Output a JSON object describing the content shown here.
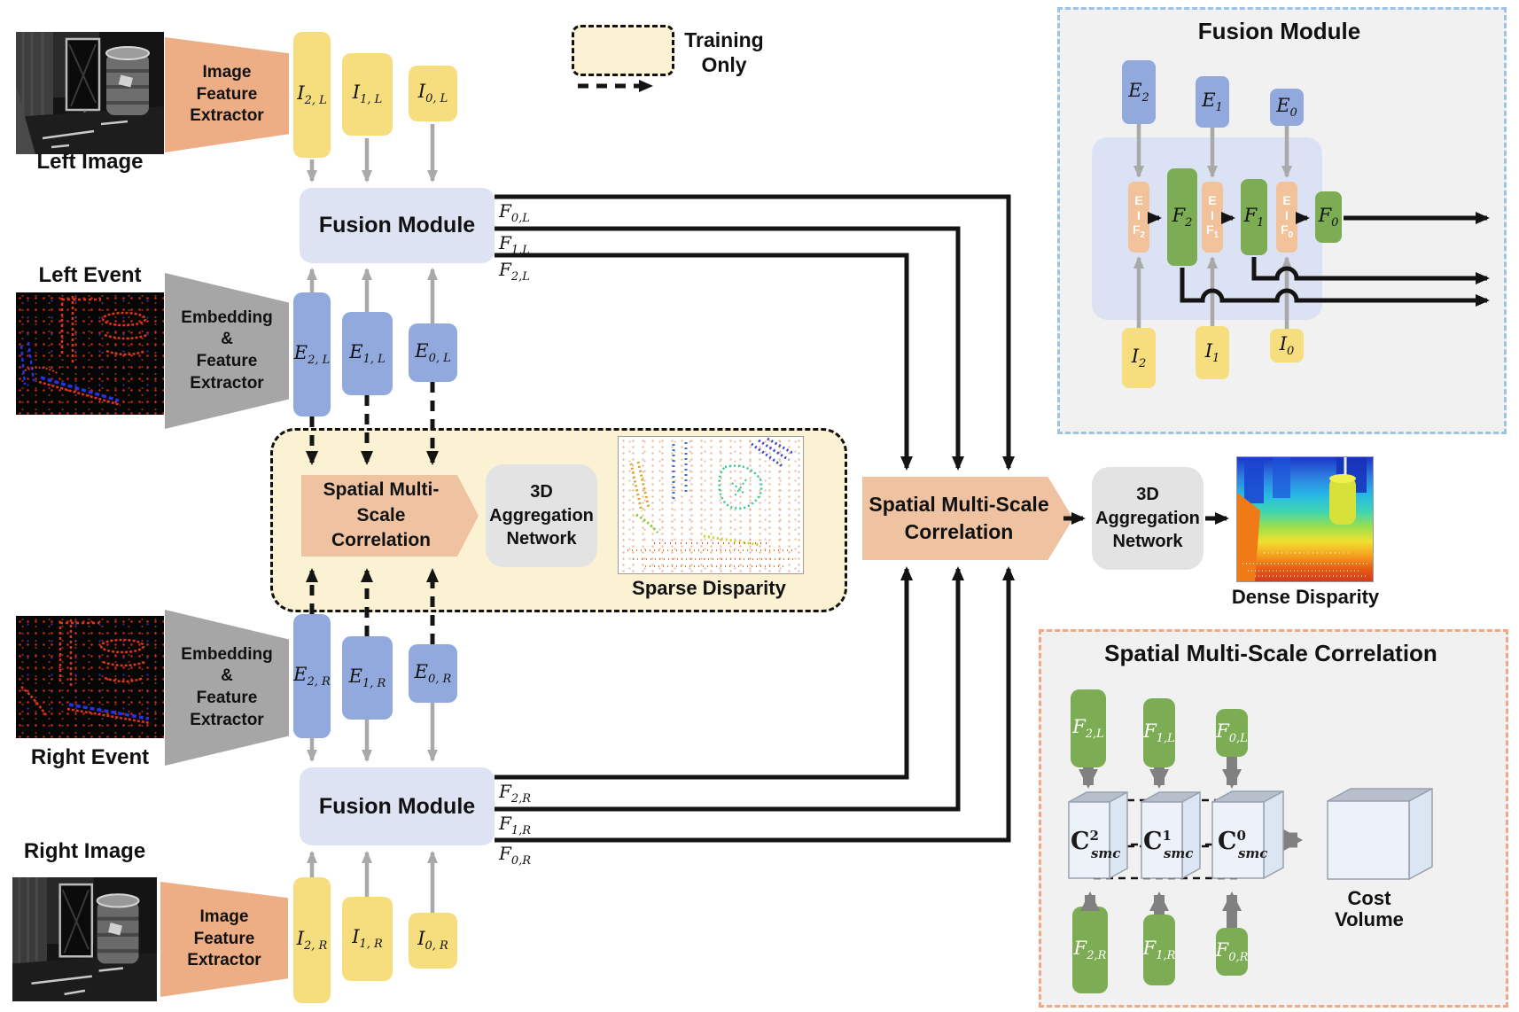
{
  "colors": {
    "yellow_block": "#F6DD7E",
    "blue_block": "#92A9DD",
    "green_block": "#7CAC53",
    "orange_eif": "#F2C29B",
    "trap_image": "#EDAE85",
    "trap_event": "#A6A6A6",
    "fusion_box": "#DEE3F4",
    "fusion_inner": "#DBE2F3",
    "training_bg": "#FBF2D4",
    "smc_block": "#EFC3A2",
    "agg_box": "#E3E3E3",
    "panel_bg": "#F1F1F1",
    "panel_border_fusion": "#9DC3E6",
    "panel_border_smc": "#F1A983",
    "wire_gray": "#A9A9A9",
    "wire_black": "#141414",
    "thick_gray": "#808080"
  },
  "legend": {
    "line1": "Training",
    "line2": "Only"
  },
  "photos": {
    "left_image_label": "Left Image",
    "left_event_label": "Left Event",
    "right_event_label": "Right Event",
    "right_image_label": "Right Image"
  },
  "extractors": {
    "image_top": {
      "l1": "Image",
      "l2": "Feature",
      "l3": "Extractor"
    },
    "event_top": {
      "l1": "Embedding",
      "l2": "&",
      "l3": "Feature",
      "l4": "Extractor"
    },
    "event_bottom": {
      "l1": "Embedding",
      "l2": "&",
      "l3": "Feature",
      "l4": "Extractor"
    },
    "image_bottom": {
      "l1": "Image",
      "l2": "Feature",
      "l3": "Extractor"
    }
  },
  "blocks": {
    "i_left": [
      {
        "base": "I",
        "sub": "2, L"
      },
      {
        "base": "I",
        "sub": "1, L"
      },
      {
        "base": "I",
        "sub": "0, L"
      }
    ],
    "e_left": [
      {
        "base": "E",
        "sub": "2, L"
      },
      {
        "base": "E",
        "sub": "1, L"
      },
      {
        "base": "E",
        "sub": "0, L"
      }
    ],
    "e_right": [
      {
        "base": "E",
        "sub": "2, R"
      },
      {
        "base": "E",
        "sub": "1, R"
      },
      {
        "base": "E",
        "sub": "0, R"
      }
    ],
    "i_right": [
      {
        "base": "I",
        "sub": "2, R"
      },
      {
        "base": "I",
        "sub": "1, R"
      },
      {
        "base": "I",
        "sub": "0, R"
      }
    ]
  },
  "fusion_top": {
    "label": "Fusion Module",
    "outputs": [
      {
        "base": "F",
        "sub": "0,L"
      },
      {
        "base": "F",
        "sub": "1,L"
      },
      {
        "base": "F",
        "sub": "2,L"
      }
    ]
  },
  "fusion_bottom": {
    "label": "Fusion Module",
    "outputs": [
      {
        "base": "F",
        "sub": "2,R"
      },
      {
        "base": "F",
        "sub": "1,R"
      },
      {
        "base": "F",
        "sub": "0,R"
      }
    ]
  },
  "training": {
    "smc_line1": "Spatial Multi-Scale",
    "smc_line2": "Correlation",
    "agg_l1": "3D",
    "agg_l2": "Aggregation",
    "agg_l3": "Network",
    "sparse_label": "Sparse Disparity"
  },
  "main": {
    "smc_line1": "Spatial Multi-Scale",
    "smc_line2": "Correlation",
    "agg_l1": "3D",
    "agg_l2": "Aggregation",
    "agg_l3": "Network",
    "dense_label": "Dense Disparity"
  },
  "fusion_panel": {
    "title": "Fusion Module",
    "e_blocks": [
      {
        "base": "E",
        "sub": "2"
      },
      {
        "base": "E",
        "sub": "1"
      },
      {
        "base": "E",
        "sub": "0"
      }
    ],
    "eif_blocks": [
      {
        "l1": "E",
        "l2": "I",
        "l3": "F",
        "sub": "2"
      },
      {
        "l1": "E",
        "l2": "I",
        "l3": "F",
        "sub": "1"
      },
      {
        "l1": "E",
        "l2": "I",
        "l3": "F",
        "sub": "0"
      }
    ],
    "f_blocks": [
      {
        "base": "F",
        "sub": "2"
      },
      {
        "base": "F",
        "sub": "1"
      },
      {
        "base": "F",
        "sub": "0"
      }
    ],
    "i_blocks": [
      {
        "base": "I",
        "sub": "2"
      },
      {
        "base": "I",
        "sub": "1"
      },
      {
        "base": "I",
        "sub": "0"
      }
    ]
  },
  "smc_panel": {
    "title": "Spatial Multi-Scale Correlation",
    "f_top": [
      {
        "base": "F",
        "sub": "2,L"
      },
      {
        "base": "F",
        "sub": "1,L"
      },
      {
        "base": "F",
        "sub": "0,L"
      }
    ],
    "c_blocks": [
      {
        "base": "C",
        "sup": "2",
        "sub": "smc"
      },
      {
        "base": "C",
        "sup": "1",
        "sub": "smc"
      },
      {
        "base": "C",
        "sup": "0",
        "sub": "smc"
      }
    ],
    "f_bottom": [
      {
        "base": "F",
        "sub": "2,R"
      },
      {
        "base": "F",
        "sub": "1,R"
      },
      {
        "base": "F",
        "sub": "0,R"
      }
    ],
    "cost_volume_label": "Cost Volume"
  }
}
